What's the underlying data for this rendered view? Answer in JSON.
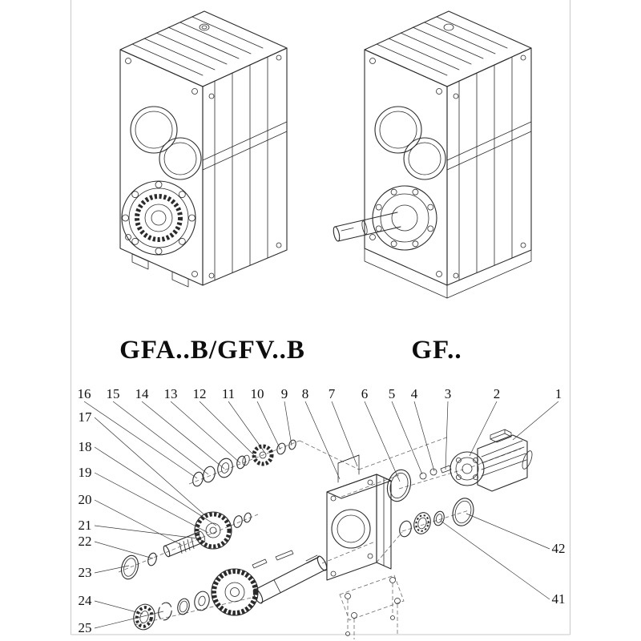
{
  "colors": {
    "ink": "#2b2b2b",
    "frame": "#c9c9c9",
    "background": "#ffffff"
  },
  "models": {
    "left_label": "GFA..B/GFV..B",
    "right_label": "GF.."
  },
  "exploded_view": {
    "top_row": [
      "16",
      "15",
      "14",
      "13",
      "12",
      "11",
      "10",
      "9",
      "8",
      "7",
      "6",
      "5",
      "4",
      "3",
      "2",
      "1"
    ],
    "left_column": [
      "17",
      "18",
      "19",
      "20",
      "21",
      "22",
      "23",
      "24",
      "25"
    ],
    "right_column": [
      "42",
      "41"
    ]
  }
}
